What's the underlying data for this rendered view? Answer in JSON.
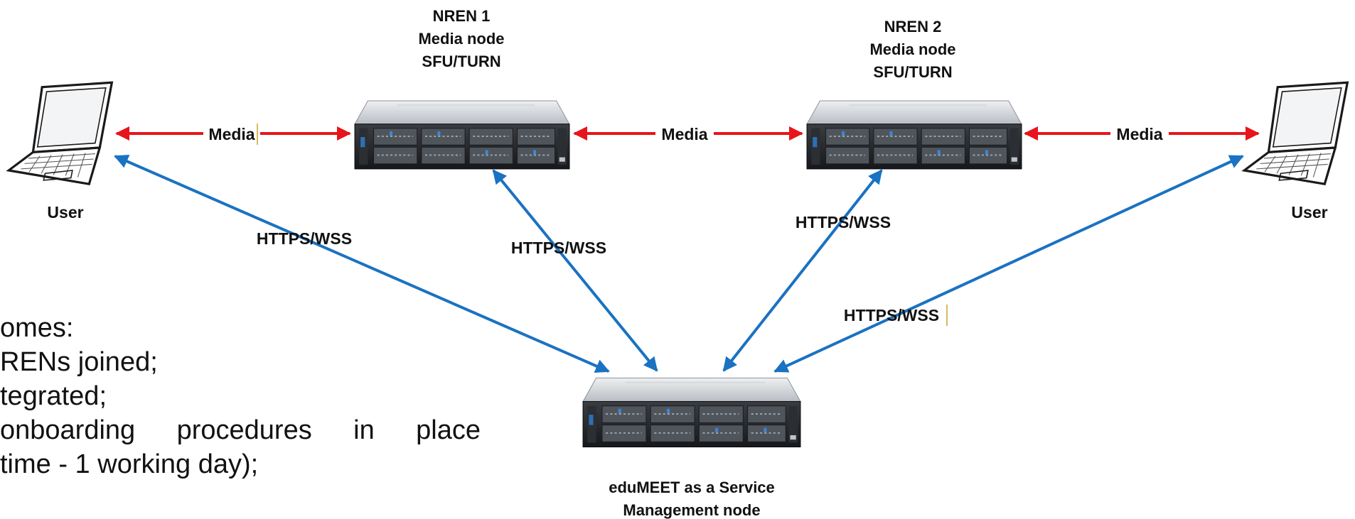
{
  "nodes": {
    "nren1": {
      "lines": [
        "NREN 1",
        "Media node",
        "SFU/TURN"
      ]
    },
    "nren2": {
      "lines": [
        "NREN 2",
        "Media node",
        "SFU/TURN"
      ]
    },
    "management": {
      "lines": [
        "eduMEET as a Service",
        "Management node"
      ]
    }
  },
  "users": {
    "left": "User",
    "right": "User"
  },
  "connections": {
    "media_left": "Media",
    "media_middle": "Media",
    "media_right": "Media",
    "https_left_user": "HTTPS/WSS",
    "https_nren1": "HTTPS/WSS",
    "https_nren2": "HTTPS/WSS",
    "https_right_user": "HTTPS/WSS"
  },
  "text_block": {
    "line1": "omes:",
    "line2": "RENs joined;",
    "line3": "tegrated;",
    "line4_words": [
      "onboarding",
      "procedures",
      "in",
      "place"
    ],
    "line5": "time - 1 working day);"
  },
  "colors": {
    "media_arrow": "#e8141b",
    "https_arrow": "#1a72c2"
  },
  "icons": {
    "server": "rack-server-icon",
    "laptop": "laptop-icon"
  }
}
